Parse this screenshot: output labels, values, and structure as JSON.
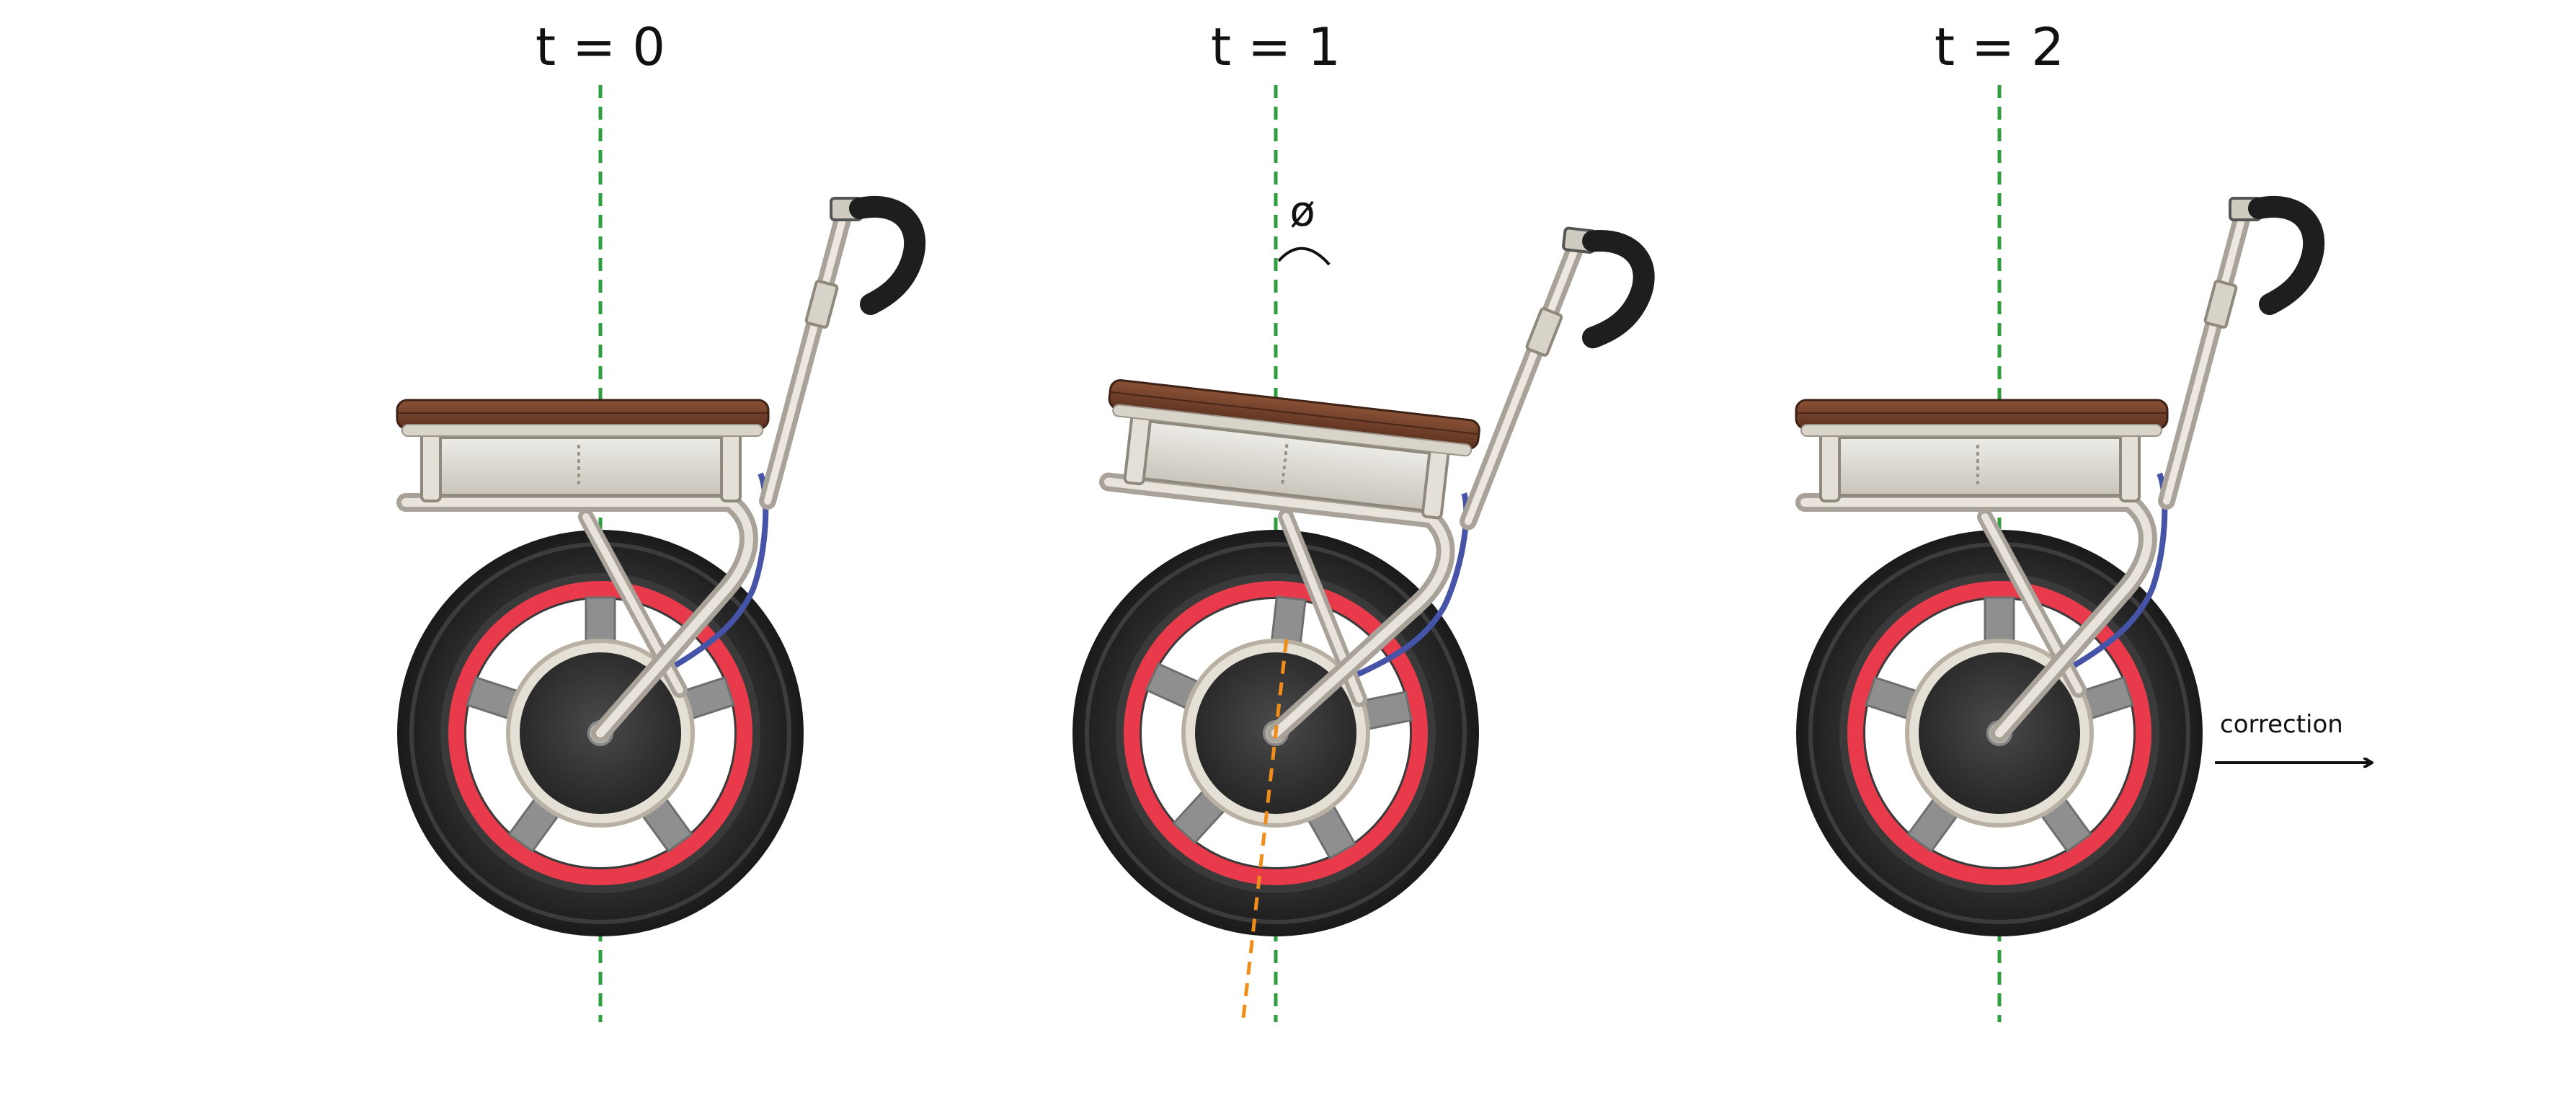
{
  "frames": [
    {
      "label": "t = 0",
      "tilt_deg": 0
    },
    {
      "label": "t = 1",
      "tilt_deg": 6.5,
      "angle_symbol": "ø"
    },
    {
      "label": "t = 2",
      "tilt_deg": 0,
      "correction_label": "correction"
    }
  ],
  "colors": {
    "vertical_reference": "#2e9e3e",
    "tilt_line": "#f08c1a",
    "seat": "#6b3a26",
    "seat_highlight": "#8a5236",
    "battery_box": "#d9d6cf",
    "frame_tube": "#bdb7ad",
    "tire": "#2a2a2a",
    "rim_stripe": "#e83a4a",
    "hub": "#3a3a3a",
    "grip": "#1e1e1e",
    "cable": "#4654a8",
    "arrow": "#111111"
  },
  "icons": {
    "vehicle": "self-balancing-unicycle-icon",
    "arrow": "arrow-right-icon"
  }
}
